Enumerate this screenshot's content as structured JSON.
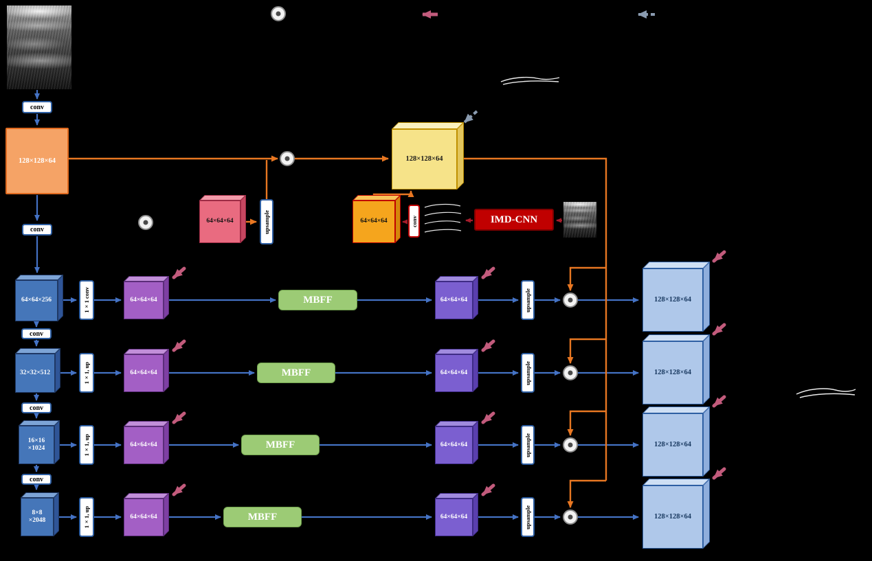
{
  "figure": {
    "background": "#000000",
    "type": "network-architecture-diagram"
  },
  "labels": {
    "conv": "conv",
    "upsample": "upsample",
    "mbff": "MBFF",
    "imd_cnn": "IMD-CNN",
    "feat_128": "128×128×64",
    "feat_64": "64×64×64"
  },
  "encoder": {
    "stem_label": "128×128×64",
    "stages": [
      {
        "label": "64×64×256"
      },
      {
        "label": "32×32×512"
      },
      {
        "label": "16×16\n×1024"
      },
      {
        "label": "8×8\n×2048"
      }
    ]
  },
  "top_branch": {
    "skip_label": "64×64×64",
    "upsample_label": "upsample",
    "fused_label": "128×128×64",
    "edge_label": "64×64×64",
    "conv_label": "conv",
    "imd_cnn_label": "IMD-CNN"
  },
  "rows": [
    {
      "adapter": "1×1 conv",
      "feat_in": "64×64×64",
      "mbff": "MBFF",
      "feat_out": "64×64×64",
      "upsample": "upsample",
      "decoder": "128×128×64"
    },
    {
      "adapter": "1×1, up",
      "feat_in": "64×64×64",
      "mbff": "MBFF",
      "feat_out": "64×64×64",
      "upsample": "upsample",
      "decoder": "128×128×64"
    },
    {
      "adapter": "1×1, up",
      "feat_in": "64×64×64",
      "mbff": "MBFF",
      "feat_out": "64×64×64",
      "upsample": "upsample",
      "decoder": "128×128×64"
    },
    {
      "adapter": "1×1, up",
      "feat_in": "64×64×64",
      "mbff": "MBFF",
      "feat_out": "64×64×64",
      "upsample": "upsample",
      "decoder": "128×128×64"
    }
  ],
  "icons": {
    "concat_node": "circle-dot-concat",
    "deep_supervision_arrow": "thick-pink-left-arrow",
    "boundary_flow_arrow": "dashed-gray-left-arrow",
    "input_image": "ultrasound-image",
    "boundary_sketch": "white-contour-sketch"
  },
  "colors": {
    "arrow_blue": "#4472C4",
    "arrow_orange": "#E87722",
    "arrow_red": "#A61C2B",
    "deep_supervision_pink": "#C25B7C",
    "dashed_gray": "#8A9BB0",
    "mbff_green": "#9CCB75",
    "imd_cnn_red": "#C00000",
    "encoder_blue": "#4576B9",
    "stem_orange": "#F5A366",
    "purple_block": "#A35FC5",
    "violet_block": "#7B5FD0",
    "decoder_blue": "#AFC8EA",
    "fused_yellow": "#F6E389",
    "skip_pink": "#E96B80",
    "edge_orange": "#F5A51D"
  }
}
